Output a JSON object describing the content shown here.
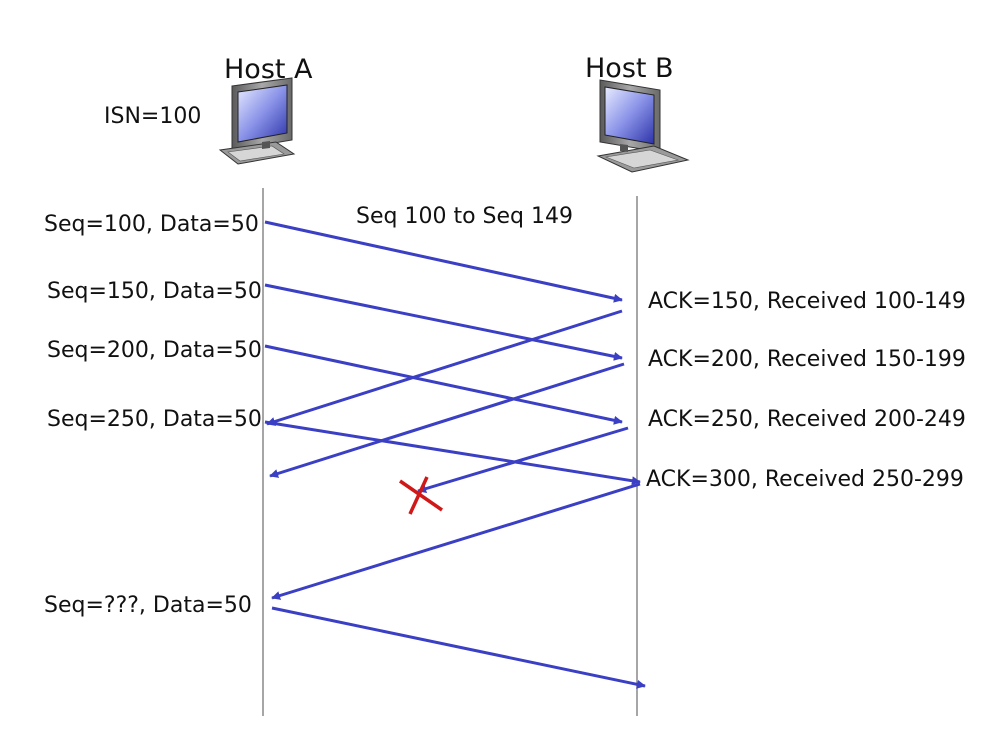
{
  "hosts": {
    "a": {
      "name": "Host A",
      "isn": "ISN=100"
    },
    "b": {
      "name": "Host B"
    }
  },
  "range_note": "Seq 100 to Seq 149",
  "sends": [
    "Seq=100, Data=50",
    "Seq=150, Data=50",
    "Seq=200, Data=50",
    "Seq=250, Data=50",
    "Seq=???, Data=50"
  ],
  "acks": [
    "ACK=150, Received 100-149",
    "ACK=200, Received 150-199",
    "ACK=250, Received 200-249",
    "ACK=300, Received 250-299"
  ],
  "colors": {
    "arrow": "#3a3fc4",
    "loss_mark": "#d01818",
    "timeline": "#888888"
  },
  "icons": [
    "computer-icon",
    "computer-icon",
    "lost-packet-x-icon"
  ]
}
